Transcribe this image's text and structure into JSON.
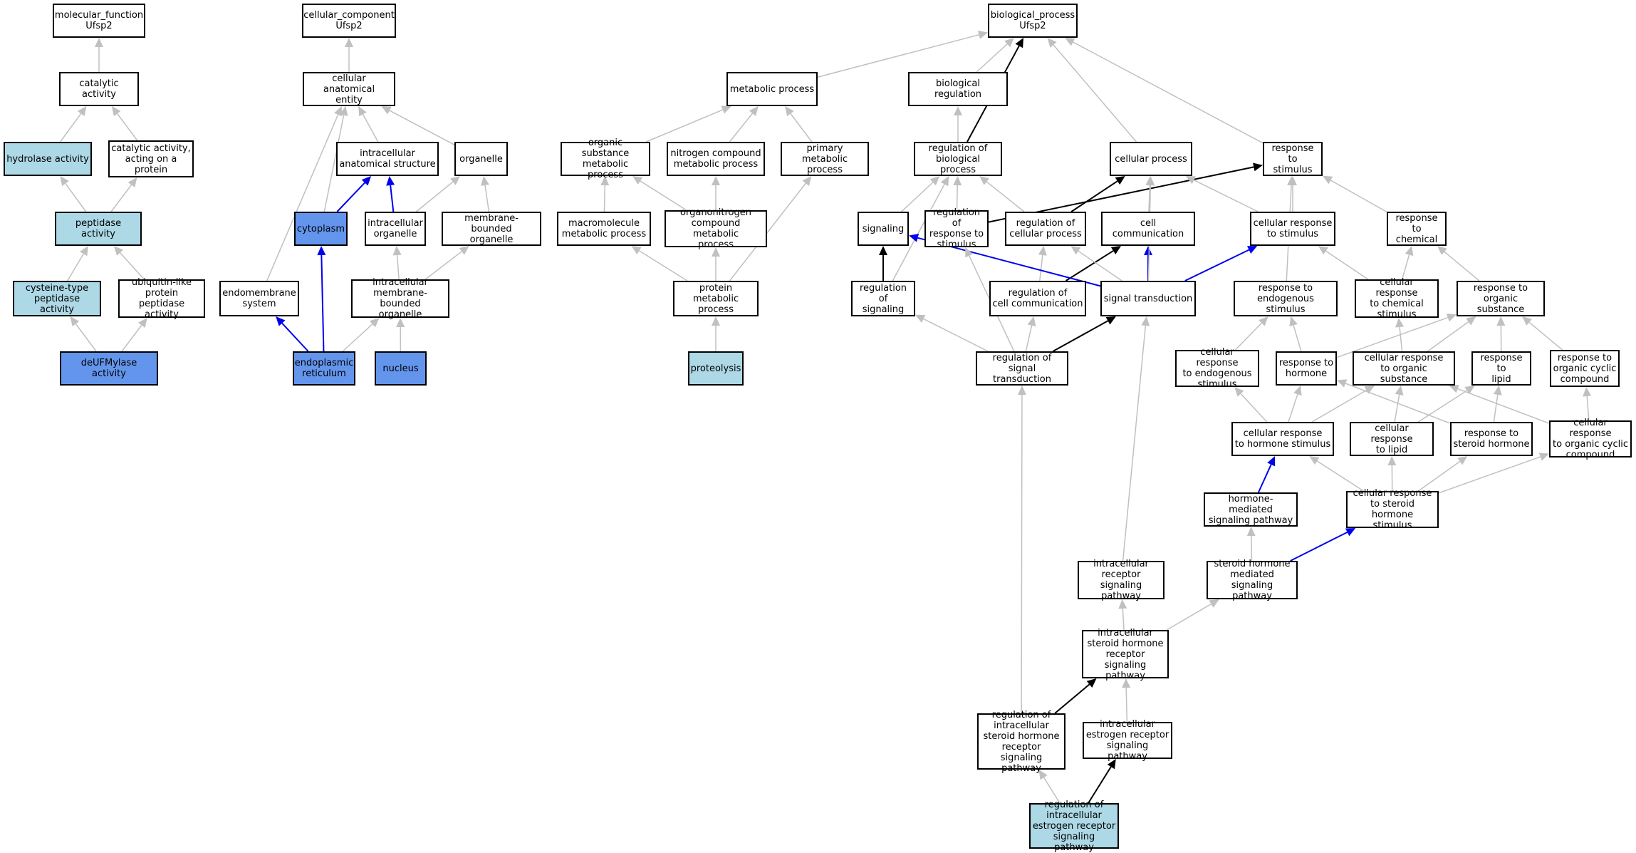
{
  "colors": {
    "white": "#ffffff",
    "light": "#add8e6",
    "dark": "#6495ed",
    "gray": "#c0c0c0",
    "black": "#000000",
    "blue": "#0000ee"
  },
  "nodes": {
    "mf": {
      "label": "molecular_function\nUfsp2",
      "fill": "white"
    },
    "cat": {
      "label": "catalytic activity",
      "fill": "white"
    },
    "hyd": {
      "label": "hydrolase activity",
      "fill": "light"
    },
    "catprot": {
      "label": "catalytic activity,\nacting on a\nprotein",
      "fill": "white"
    },
    "pep": {
      "label": "peptidase activity",
      "fill": "light"
    },
    "cys": {
      "label": "cysteine-type\npeptidase activity",
      "fill": "light"
    },
    "ubl": {
      "label": "ubiquitin-like\nprotein peptidase\nactivity",
      "fill": "white"
    },
    "deuf": {
      "label": "deUFMylase activity",
      "fill": "dark"
    },
    "cc": {
      "label": "cellular_component\nUfsp2",
      "fill": "white"
    },
    "cae": {
      "label": "cellular anatomical\nentity",
      "fill": "white"
    },
    "ias": {
      "label": "intracellular\nanatomical structure",
      "fill": "white"
    },
    "org": {
      "label": "organelle",
      "fill": "white"
    },
    "cyto": {
      "label": "cytoplasm",
      "fill": "dark"
    },
    "io": {
      "label": "intracellular\norganelle",
      "fill": "white"
    },
    "mbo": {
      "label": "membrane-bounded\norganelle",
      "fill": "white"
    },
    "endo": {
      "label": "endomembrane\nsystem",
      "fill": "white"
    },
    "imbo": {
      "label": "intracellular\nmembrane-bounded\norganelle",
      "fill": "white"
    },
    "er": {
      "label": "endoplasmic\nreticulum",
      "fill": "dark"
    },
    "nuc": {
      "label": "nucleus",
      "fill": "dark"
    },
    "bp": {
      "label": "biological_process\nUfsp2",
      "fill": "white"
    },
    "met": {
      "label": "metabolic process",
      "fill": "white"
    },
    "breg": {
      "label": "biological regulation",
      "fill": "white"
    },
    "osmp": {
      "label": "organic substance\nmetabolic process",
      "fill": "white"
    },
    "ncmp": {
      "label": "nitrogen compound\nmetabolic process",
      "fill": "white"
    },
    "pmp": {
      "label": "primary metabolic\nprocess",
      "fill": "white"
    },
    "macro": {
      "label": "macromolecule\nmetabolic process",
      "fill": "white"
    },
    "oncmp": {
      "label": "organonitrogen\ncompound metabolic\nprocess",
      "fill": "white"
    },
    "protmp": {
      "label": "protein metabolic\nprocess",
      "fill": "white"
    },
    "prot": {
      "label": "proteolysis",
      "fill": "light"
    },
    "rbp": {
      "label": "regulation of\nbiological process",
      "fill": "white"
    },
    "cp": {
      "label": "cellular process",
      "fill": "white"
    },
    "rts": {
      "label": "response to\nstimulus",
      "fill": "white"
    },
    "sig": {
      "label": "signaling",
      "fill": "white"
    },
    "rrs": {
      "label": "regulation of\nresponse to\nstimulus",
      "fill": "white"
    },
    "rcp": {
      "label": "regulation of\ncellular process",
      "fill": "white"
    },
    "cc2": {
      "label": "cell communication",
      "fill": "white"
    },
    "crs": {
      "label": "cellular response\nto stimulus",
      "fill": "white"
    },
    "rchem": {
      "label": "response to\nchemical",
      "fill": "white"
    },
    "rsig": {
      "label": "regulation of\nsignaling",
      "fill": "white"
    },
    "rcc": {
      "label": "regulation of\ncell communication",
      "fill": "white"
    },
    "st": {
      "label": "signal transduction",
      "fill": "white"
    },
    "res": {
      "label": "response to\nendogenous stimulus",
      "fill": "white"
    },
    "crcs": {
      "label": "cellular response\nto chemical\nstimulus",
      "fill": "white"
    },
    "ros": {
      "label": "response to\norganic substance",
      "fill": "white"
    },
    "rst": {
      "label": "regulation of\nsignal transduction",
      "fill": "white"
    },
    "cres": {
      "label": "cellular response\nto endogenous\nstimulus",
      "fill": "white"
    },
    "rh": {
      "label": "response to\nhormone",
      "fill": "white"
    },
    "cros": {
      "label": "cellular response\nto organic substance",
      "fill": "white"
    },
    "rl": {
      "label": "response to\nlipid",
      "fill": "white"
    },
    "rocc": {
      "label": "response to\norganic cyclic\ncompound",
      "fill": "white"
    },
    "crhs": {
      "label": "cellular response\nto hormone stimulus",
      "fill": "white"
    },
    "crl": {
      "label": "cellular response\nto lipid",
      "fill": "white"
    },
    "rsh": {
      "label": "response to\nsteroid hormone",
      "fill": "white"
    },
    "crocc": {
      "label": "cellular response\nto organic cyclic\ncompound",
      "fill": "white"
    },
    "hmsp": {
      "label": "hormone-mediated\nsignaling pathway",
      "fill": "white"
    },
    "crshs": {
      "label": "cellular response\nto steroid hormone\nstimulus",
      "fill": "white"
    },
    "shmsp": {
      "label": "steroid hormone\nmediated signaling\npathway",
      "fill": "white"
    },
    "irsp": {
      "label": "intracellular\nreceptor signaling\npathway",
      "fill": "white"
    },
    "ishrsp": {
      "label": "intracellular\nsteroid hormone\nreceptor signaling\npathway",
      "fill": "white"
    },
    "rishrsp": {
      "label": "regulation of\nintracellular\nsteroid hormone\nreceptor signaling\npathway",
      "fill": "white"
    },
    "iersp": {
      "label": "intracellular\nestrogen receptor\nsignaling pathway",
      "fill": "white"
    },
    "riersp": {
      "label": "regulation of\nintracellular\nestrogen receptor\nsignaling pathway",
      "fill": "light"
    }
  },
  "edges": [
    [
      "cat",
      "mf",
      "gray"
    ],
    [
      "hyd",
      "cat",
      "gray"
    ],
    [
      "catprot",
      "cat",
      "gray"
    ],
    [
      "pep",
      "hyd",
      "gray"
    ],
    [
      "pep",
      "catprot",
      "gray"
    ],
    [
      "cys",
      "pep",
      "gray"
    ],
    [
      "ubl",
      "pep",
      "gray"
    ],
    [
      "deuf",
      "cys",
      "gray"
    ],
    [
      "deuf",
      "ubl",
      "gray"
    ],
    [
      "cae",
      "cc",
      "gray"
    ],
    [
      "ias",
      "cae",
      "gray"
    ],
    [
      "org",
      "cae",
      "gray"
    ],
    [
      "cyto",
      "ias",
      "blue"
    ],
    [
      "cyto",
      "cae",
      "gray"
    ],
    [
      "io",
      "ias",
      "blue"
    ],
    [
      "io",
      "org",
      "gray"
    ],
    [
      "mbo",
      "org",
      "gray"
    ],
    [
      "endo",
      "cae",
      "gray"
    ],
    [
      "imbo",
      "io",
      "gray"
    ],
    [
      "imbo",
      "mbo",
      "gray"
    ],
    [
      "er",
      "cyto",
      "blue"
    ],
    [
      "er",
      "endo",
      "blue"
    ],
    [
      "er",
      "imbo",
      "gray"
    ],
    [
      "nuc",
      "imbo",
      "gray"
    ],
    [
      "met",
      "bp",
      "gray"
    ],
    [
      "breg",
      "bp",
      "gray"
    ],
    [
      "osmp",
      "met",
      "gray"
    ],
    [
      "ncmp",
      "met",
      "gray"
    ],
    [
      "pmp",
      "met",
      "gray"
    ],
    [
      "macro",
      "osmp",
      "gray"
    ],
    [
      "oncmp",
      "osmp",
      "gray"
    ],
    [
      "oncmp",
      "ncmp",
      "gray"
    ],
    [
      "protmp",
      "macro",
      "gray"
    ],
    [
      "protmp",
      "oncmp",
      "gray"
    ],
    [
      "protmp",
      "pmp",
      "gray"
    ],
    [
      "prot",
      "protmp",
      "gray"
    ],
    [
      "rbp",
      "breg",
      "gray"
    ],
    [
      "rbp",
      "bp",
      "black"
    ],
    [
      "cp",
      "bp",
      "gray"
    ],
    [
      "rts",
      "bp",
      "gray"
    ],
    [
      "sig",
      "rbp",
      "gray"
    ],
    [
      "rrs",
      "rbp",
      "gray"
    ],
    [
      "rrs",
      "rts",
      "black"
    ],
    [
      "rcp",
      "rbp",
      "gray"
    ],
    [
      "rcp",
      "cp",
      "black"
    ],
    [
      "cc2",
      "cp",
      "gray"
    ],
    [
      "crs",
      "cp",
      "gray"
    ],
    [
      "crs",
      "rts",
      "gray"
    ],
    [
      "rchem",
      "rts",
      "gray"
    ],
    [
      "rsig",
      "sig",
      "black"
    ],
    [
      "rsig",
      "rbp",
      "gray"
    ],
    [
      "rcc",
      "rcp",
      "gray"
    ],
    [
      "rcc",
      "cc2",
      "black"
    ],
    [
      "st",
      "cc2",
      "blue"
    ],
    [
      "st",
      "sig",
      "blue"
    ],
    [
      "st",
      "crs",
      "blue"
    ],
    [
      "st",
      "rcp",
      "gray"
    ],
    [
      "st",
      "cp",
      "gray"
    ],
    [
      "res",
      "rts",
      "gray"
    ],
    [
      "crcs",
      "crs",
      "gray"
    ],
    [
      "crcs",
      "rchem",
      "gray"
    ],
    [
      "ros",
      "rchem",
      "gray"
    ],
    [
      "rst",
      "rsig",
      "gray"
    ],
    [
      "rst",
      "rcc",
      "gray"
    ],
    [
      "rst",
      "st",
      "black"
    ],
    [
      "rst",
      "rrs",
      "gray"
    ],
    [
      "cres",
      "res",
      "gray"
    ],
    [
      "rh",
      "res",
      "gray"
    ],
    [
      "rh",
      "ros",
      "gray"
    ],
    [
      "cros",
      "crcs",
      "gray"
    ],
    [
      "cros",
      "ros",
      "gray"
    ],
    [
      "rl",
      "ros",
      "gray"
    ],
    [
      "rocc",
      "ros",
      "gray"
    ],
    [
      "crhs",
      "cres",
      "gray"
    ],
    [
      "crhs",
      "rh",
      "gray"
    ],
    [
      "crhs",
      "cros",
      "gray"
    ],
    [
      "crl",
      "cros",
      "gray"
    ],
    [
      "crl",
      "rl",
      "gray"
    ],
    [
      "rsh",
      "rh",
      "gray"
    ],
    [
      "rsh",
      "rl",
      "gray"
    ],
    [
      "crocc",
      "cros",
      "gray"
    ],
    [
      "crocc",
      "rocc",
      "gray"
    ],
    [
      "hmsp",
      "crhs",
      "blue"
    ],
    [
      "crshs",
      "crhs",
      "gray"
    ],
    [
      "crshs",
      "crl",
      "gray"
    ],
    [
      "crshs",
      "rsh",
      "gray"
    ],
    [
      "crshs",
      "crocc",
      "gray"
    ],
    [
      "shmsp",
      "hmsp",
      "gray"
    ],
    [
      "shmsp",
      "crshs",
      "blue"
    ],
    [
      "irsp",
      "st",
      "gray"
    ],
    [
      "ishrsp",
      "irsp",
      "gray"
    ],
    [
      "ishrsp",
      "shmsp",
      "gray"
    ],
    [
      "rishrsp",
      "ishrsp",
      "black"
    ],
    [
      "rishrsp",
      "rst",
      "gray"
    ],
    [
      "iersp",
      "ishrsp",
      "gray"
    ],
    [
      "riersp",
      "rishrsp",
      "gray"
    ],
    [
      "riersp",
      "iersp",
      "black"
    ]
  ]
}
